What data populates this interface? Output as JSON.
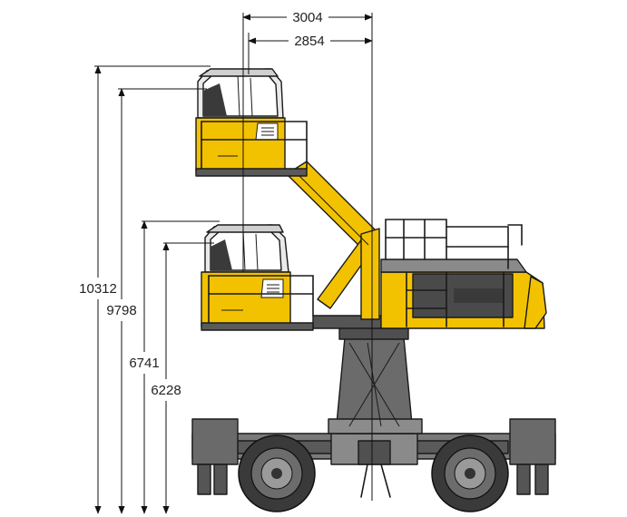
{
  "dimensions": {
    "width_top": "3004",
    "width_cab": "2854",
    "height_1": "10312",
    "height_2": "9798",
    "height_3": "6741",
    "height_4": "6228"
  },
  "colors": {
    "machine_yellow": "#f2c200",
    "machine_grey": "#6f6f6f",
    "dark_grey": "#3f3f3f",
    "glass": "#ffffff",
    "outline": "#1a1a1a"
  },
  "icons": {
    "wheel_left": "wheel-icon",
    "wheel_right": "wheel-icon"
  }
}
